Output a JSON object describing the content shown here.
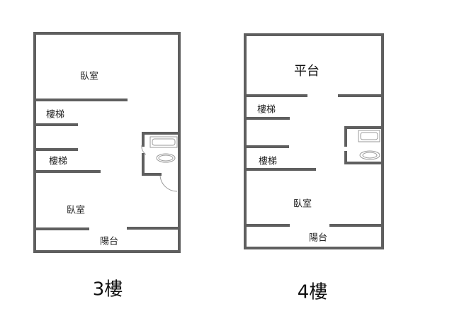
{
  "floors": [
    {
      "title": "3樓",
      "rooms": {
        "bedroom_top": "臥室",
        "stairs_1": "樓梯",
        "stairs_2": "樓梯",
        "bedroom_bottom": "臥室",
        "balcony": "陽台"
      }
    },
    {
      "title": "4樓",
      "rooms": {
        "terrace": "平台",
        "stairs_1": "樓梯",
        "stairs_2": "樓梯",
        "bedroom": "臥室",
        "balcony": "陽台"
      }
    }
  ],
  "colors": {
    "wall": "#5f5f5f",
    "fixture": "#9a9a9a",
    "background": "#ffffff"
  }
}
